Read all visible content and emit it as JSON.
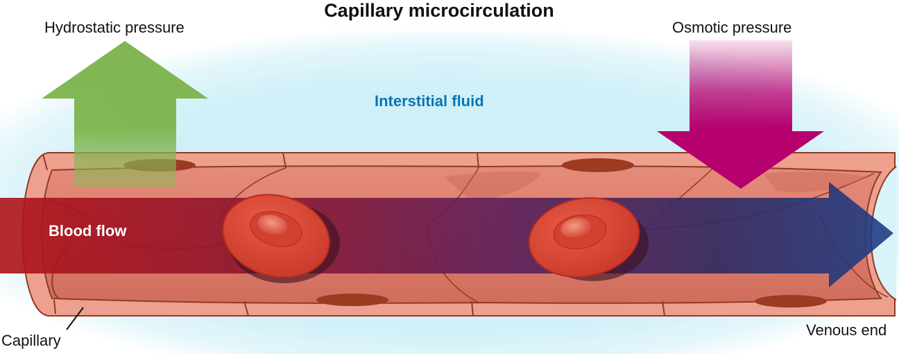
{
  "diagram": {
    "title": "Capillary microcirculation",
    "labels": {
      "hydrostatic_pressure": "Hydrostatic pressure",
      "osmotic_pressure": "Osmotic pressure",
      "interstitial_fluid": "Interstitial fluid",
      "blood_flow": "Blood flow",
      "capillary": "Capillary",
      "venous_end": "Venous end"
    },
    "colors": {
      "interstitial_fluid_bg": "#d1f0f8",
      "interstitial_fluid_text": "#0a74b4",
      "hydrostatic_arrow": "#76b043",
      "osmotic_arrow": "#b5006e",
      "blood_flow_start": "#b01318",
      "blood_flow_end": "#1f3f86",
      "capillary_wall": "#eea08e",
      "capillary_outline": "#8e3a24",
      "red_blood_cell": "#d8402e"
    },
    "elements": {
      "red_blood_cells": 2,
      "arrows": [
        "hydrostatic-up",
        "osmotic-down",
        "blood-flow-right"
      ]
    }
  }
}
